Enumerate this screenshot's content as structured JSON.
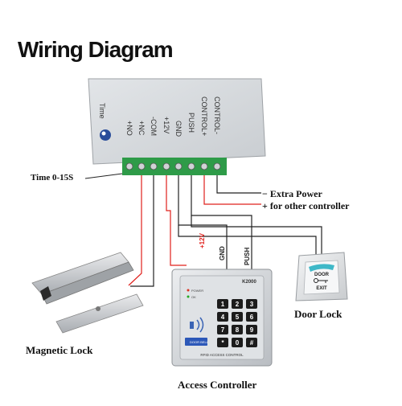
{
  "title": "Wiring Diagram",
  "power_supply": {
    "time_knob_label": "Time",
    "terminal_labels": [
      "+NO",
      "+NC",
      "-COM",
      "+12V",
      "GND",
      "PUSH",
      "CONTROL+",
      "CONTROL-"
    ]
  },
  "labels": {
    "time_range": "Time  0-15S",
    "extra_power_minus": "−  Extra Power",
    "extra_power_plus": "+  for other controller",
    "magnetic_lock": "Magnetic Lock",
    "access_controller": "Access Controller",
    "door_lock": "Door Lock"
  },
  "wire_labels": {
    "v12": "+12V",
    "gnd": "GND",
    "push": "PUSH"
  },
  "keypad": {
    "model": "K2000",
    "indicators": [
      "POWER",
      "OK"
    ],
    "keys": [
      "1",
      "2",
      "3",
      "4",
      "5",
      "6",
      "7",
      "8",
      "9",
      "*",
      "0",
      "#"
    ],
    "doorbell_label": "DOOR BELL",
    "footer": "RFID ACCESS CONTROL"
  },
  "exit_button": {
    "top": "DOOR",
    "bottom": "EXIT"
  },
  "colors": {
    "red_wire": "#e0201c",
    "black_wire": "#222222",
    "terminal_green": "#2e9b48",
    "panel_gray": "#d6d9dc"
  }
}
